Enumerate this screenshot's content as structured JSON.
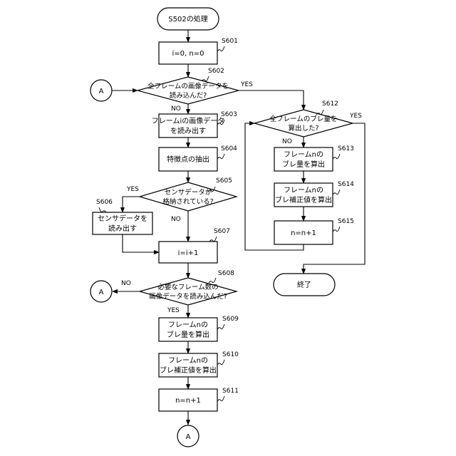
{
  "flowchart": {
    "start": {
      "label": "S502の処理"
    },
    "end": {
      "label": "終了"
    },
    "connector": {
      "label": "A"
    },
    "nodes": {
      "s601": {
        "step": "S601",
        "lines": [
          "i=0, n=0"
        ]
      },
      "s602": {
        "step": "S602",
        "lines": [
          "全フレームの画像データを",
          "読み込んだ?"
        ]
      },
      "s603": {
        "step": "S603",
        "lines": [
          "フレームiの画像データ",
          "を読み出す"
        ]
      },
      "s604": {
        "step": "S604",
        "lines": [
          "特徴点の抽出"
        ]
      },
      "s605": {
        "step": "S605",
        "lines": [
          "センサデータが",
          "格納されている?"
        ]
      },
      "s606": {
        "step": "S606",
        "lines": [
          "センサデータを",
          "読み出す"
        ]
      },
      "s607": {
        "step": "S607",
        "lines": [
          "i=i+1"
        ]
      },
      "s608": {
        "step": "S608",
        "lines": [
          "必要なフレーム数の",
          "画像データを読み込んだ?"
        ]
      },
      "s609": {
        "step": "S609",
        "lines": [
          "フレームnの",
          "ブレ量を算出"
        ]
      },
      "s610": {
        "step": "S610",
        "lines": [
          "フレームnの",
          "ブレ補正値を算出"
        ]
      },
      "s611": {
        "step": "S611",
        "lines": [
          "n=n+1"
        ]
      },
      "s612": {
        "step": "S612",
        "lines": [
          "全フレームのブレ量を",
          "算出した?"
        ]
      },
      "s613": {
        "step": "S613",
        "lines": [
          "フレームnの",
          "ブレ量を算出"
        ]
      },
      "s614": {
        "step": "S614",
        "lines": [
          "フレームnの",
          "ブレ補正値を算出"
        ]
      },
      "s615": {
        "step": "S615",
        "lines": [
          "n=n+1"
        ]
      }
    },
    "edge_labels": {
      "yes": "YES",
      "no": "NO"
    }
  }
}
